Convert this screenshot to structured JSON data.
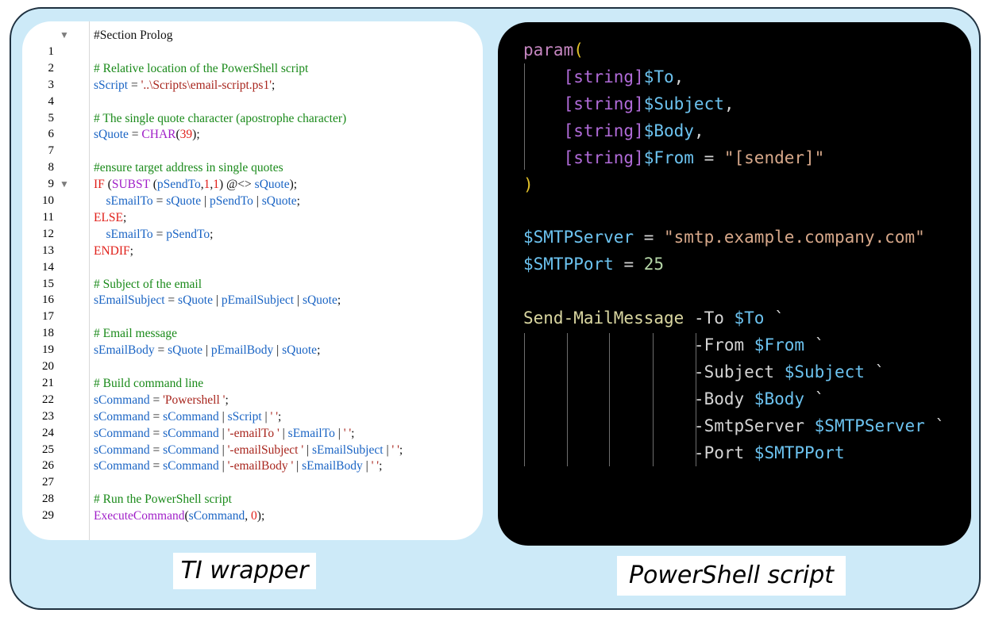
{
  "ti_wrapper": {
    "caption": "TI wrapper",
    "lines": [
      {
        "num": "",
        "fold": "▼",
        "tokens": [
          {
            "t": "#Section Prolog",
            "c": "op"
          }
        ]
      },
      {
        "num": "1",
        "fold": "",
        "tokens": []
      },
      {
        "num": "2",
        "fold": "",
        "tokens": [
          {
            "t": "# Relative location of the PowerShell script",
            "c": "com"
          }
        ]
      },
      {
        "num": "3",
        "fold": "",
        "tokens": [
          {
            "t": "sScript",
            "c": "var"
          },
          {
            "t": " = ",
            "c": "op"
          },
          {
            "t": "'..\\Scripts\\email-script.ps1'",
            "c": "str"
          },
          {
            "t": ";",
            "c": "op"
          }
        ]
      },
      {
        "num": "4",
        "fold": "",
        "tokens": []
      },
      {
        "num": "5",
        "fold": "",
        "tokens": [
          {
            "t": "# The single quote character (apostrophe character)",
            "c": "com"
          }
        ]
      },
      {
        "num": "6",
        "fold": "",
        "tokens": [
          {
            "t": "sQuote",
            "c": "var"
          },
          {
            "t": " = ",
            "c": "op"
          },
          {
            "t": "CHAR",
            "c": "fn"
          },
          {
            "t": "(",
            "c": "op"
          },
          {
            "t": "39",
            "c": "num"
          },
          {
            "t": ");",
            "c": "op"
          }
        ]
      },
      {
        "num": "7",
        "fold": "",
        "tokens": []
      },
      {
        "num": "8",
        "fold": "",
        "tokens": [
          {
            "t": "#ensure target address in single quotes",
            "c": "com"
          }
        ]
      },
      {
        "num": "9",
        "fold": "▼",
        "tokens": [
          {
            "t": "IF",
            "c": "kw"
          },
          {
            "t": " (",
            "c": "op"
          },
          {
            "t": "SUBST",
            "c": "fn"
          },
          {
            "t": " (",
            "c": "op"
          },
          {
            "t": "pSendTo",
            "c": "var"
          },
          {
            "t": ",",
            "c": "op"
          },
          {
            "t": "1",
            "c": "num"
          },
          {
            "t": ",",
            "c": "op"
          },
          {
            "t": "1",
            "c": "num"
          },
          {
            "t": ") @<> ",
            "c": "op"
          },
          {
            "t": "sQuote",
            "c": "var"
          },
          {
            "t": ");",
            "c": "op"
          }
        ]
      },
      {
        "num": "10",
        "fold": "",
        "tokens": [
          {
            "t": "    sEmailTo",
            "c": "var"
          },
          {
            "t": " = ",
            "c": "op"
          },
          {
            "t": "sQuote",
            "c": "var"
          },
          {
            "t": " | ",
            "c": "op"
          },
          {
            "t": "pSendTo",
            "c": "var"
          },
          {
            "t": " | ",
            "c": "op"
          },
          {
            "t": "sQuote",
            "c": "var"
          },
          {
            "t": ";",
            "c": "op"
          }
        ]
      },
      {
        "num": "11",
        "fold": "",
        "tokens": [
          {
            "t": "ELSE",
            "c": "kw"
          },
          {
            "t": ";",
            "c": "op"
          }
        ]
      },
      {
        "num": "12",
        "fold": "",
        "tokens": [
          {
            "t": "    sEmailTo",
            "c": "var"
          },
          {
            "t": " = ",
            "c": "op"
          },
          {
            "t": "pSendTo",
            "c": "var"
          },
          {
            "t": ";",
            "c": "op"
          }
        ]
      },
      {
        "num": "13",
        "fold": "",
        "tokens": [
          {
            "t": "ENDIF",
            "c": "kw"
          },
          {
            "t": ";",
            "c": "op"
          }
        ]
      },
      {
        "num": "14",
        "fold": "",
        "tokens": []
      },
      {
        "num": "15",
        "fold": "",
        "tokens": [
          {
            "t": "# Subject of the email",
            "c": "com"
          }
        ]
      },
      {
        "num": "16",
        "fold": "",
        "tokens": [
          {
            "t": "sEmailSubject",
            "c": "var"
          },
          {
            "t": " = ",
            "c": "op"
          },
          {
            "t": "sQuote",
            "c": "var"
          },
          {
            "t": " | ",
            "c": "op"
          },
          {
            "t": "pEmailSubject",
            "c": "var"
          },
          {
            "t": " | ",
            "c": "op"
          },
          {
            "t": "sQuote",
            "c": "var"
          },
          {
            "t": ";",
            "c": "op"
          }
        ]
      },
      {
        "num": "17",
        "fold": "",
        "tokens": []
      },
      {
        "num": "18",
        "fold": "",
        "tokens": [
          {
            "t": "# Email message",
            "c": "com"
          }
        ]
      },
      {
        "num": "19",
        "fold": "",
        "tokens": [
          {
            "t": "sEmailBody",
            "c": "var"
          },
          {
            "t": " = ",
            "c": "op"
          },
          {
            "t": "sQuote",
            "c": "var"
          },
          {
            "t": " | ",
            "c": "op"
          },
          {
            "t": "pEmailBody",
            "c": "var"
          },
          {
            "t": " | ",
            "c": "op"
          },
          {
            "t": "sQuote",
            "c": "var"
          },
          {
            "t": ";",
            "c": "op"
          }
        ]
      },
      {
        "num": "20",
        "fold": "",
        "tokens": []
      },
      {
        "num": "21",
        "fold": "",
        "tokens": [
          {
            "t": "# Build command line",
            "c": "com"
          }
        ]
      },
      {
        "num": "22",
        "fold": "",
        "tokens": [
          {
            "t": "sCommand",
            "c": "var"
          },
          {
            "t": " = ",
            "c": "op"
          },
          {
            "t": "'Powershell '",
            "c": "str"
          },
          {
            "t": ";",
            "c": "op"
          }
        ]
      },
      {
        "num": "23",
        "fold": "",
        "tokens": [
          {
            "t": "sCommand",
            "c": "var"
          },
          {
            "t": " = ",
            "c": "op"
          },
          {
            "t": "sCommand",
            "c": "var"
          },
          {
            "t": " | ",
            "c": "op"
          },
          {
            "t": "sScript",
            "c": "var"
          },
          {
            "t": " | ",
            "c": "op"
          },
          {
            "t": "' '",
            "c": "str"
          },
          {
            "t": ";",
            "c": "op"
          }
        ]
      },
      {
        "num": "24",
        "fold": "",
        "tokens": [
          {
            "t": "sCommand",
            "c": "var"
          },
          {
            "t": " = ",
            "c": "op"
          },
          {
            "t": "sCommand",
            "c": "var"
          },
          {
            "t": " | ",
            "c": "op"
          },
          {
            "t": "'-emailTo '",
            "c": "str"
          },
          {
            "t": " | ",
            "c": "op"
          },
          {
            "t": "sEmailTo",
            "c": "var"
          },
          {
            "t": " | ",
            "c": "op"
          },
          {
            "t": "' '",
            "c": "str"
          },
          {
            "t": ";",
            "c": "op"
          }
        ]
      },
      {
        "num": "25",
        "fold": "",
        "tokens": [
          {
            "t": "sCommand",
            "c": "var"
          },
          {
            "t": " = ",
            "c": "op"
          },
          {
            "t": "sCommand",
            "c": "var"
          },
          {
            "t": " | ",
            "c": "op"
          },
          {
            "t": "'-emailSubject '",
            "c": "str"
          },
          {
            "t": " | ",
            "c": "op"
          },
          {
            "t": "sEmailSubject",
            "c": "var"
          },
          {
            "t": " | ",
            "c": "op"
          },
          {
            "t": "' '",
            "c": "str"
          },
          {
            "t": ";",
            "c": "op"
          }
        ]
      },
      {
        "num": "26",
        "fold": "",
        "tokens": [
          {
            "t": "sCommand",
            "c": "var"
          },
          {
            "t": " = ",
            "c": "op"
          },
          {
            "t": "sCommand",
            "c": "var"
          },
          {
            "t": " | ",
            "c": "op"
          },
          {
            "t": "'-emailBody '",
            "c": "str"
          },
          {
            "t": " | ",
            "c": "op"
          },
          {
            "t": "sEmailBody",
            "c": "var"
          },
          {
            "t": " | ",
            "c": "op"
          },
          {
            "t": "' '",
            "c": "str"
          },
          {
            "t": ";",
            "c": "op"
          }
        ]
      },
      {
        "num": "27",
        "fold": "",
        "tokens": []
      },
      {
        "num": "28",
        "fold": "",
        "tokens": [
          {
            "t": "# Run the PowerShell script",
            "c": "com"
          }
        ]
      },
      {
        "num": "29",
        "fold": "",
        "tokens": [
          {
            "t": "ExecuteCommand",
            "c": "fn"
          },
          {
            "t": "(",
            "c": "op"
          },
          {
            "t": "sCommand",
            "c": "var"
          },
          {
            "t": ", ",
            "c": "op"
          },
          {
            "t": "0",
            "c": "num"
          },
          {
            "t": ");",
            "c": "op"
          }
        ]
      }
    ]
  },
  "powershell": {
    "caption": "PowerShell script",
    "lines": [
      [
        {
          "t": "param",
          "c": "kw"
        },
        {
          "t": "(",
          "c": "paren"
        }
      ],
      [
        {
          "t": "    [string]",
          "c": "type"
        },
        {
          "t": "$To",
          "c": "var"
        },
        {
          "t": ",",
          "c": "op"
        }
      ],
      [
        {
          "t": "    [string]",
          "c": "type"
        },
        {
          "t": "$Subject",
          "c": "var"
        },
        {
          "t": ",",
          "c": "op"
        }
      ],
      [
        {
          "t": "    [string]",
          "c": "type"
        },
        {
          "t": "$Body",
          "c": "var"
        },
        {
          "t": ",",
          "c": "op"
        }
      ],
      [
        {
          "t": "    [string]",
          "c": "type"
        },
        {
          "t": "$From",
          "c": "var"
        },
        {
          "t": " = ",
          "c": "op"
        },
        {
          "t": "\"[sender]\"",
          "c": "str"
        }
      ],
      [
        {
          "t": ")",
          "c": "paren"
        }
      ],
      [],
      [
        {
          "t": "$SMTPServer",
          "c": "var"
        },
        {
          "t": " = ",
          "c": "op"
        },
        {
          "t": "\"smtp.example.company.com\"",
          "c": "str"
        }
      ],
      [
        {
          "t": "$SMTPPort",
          "c": "var"
        },
        {
          "t": " = ",
          "c": "op"
        },
        {
          "t": "25",
          "c": "num"
        }
      ],
      [],
      [
        {
          "t": "Send-MailMessage",
          "c": "cmd"
        },
        {
          "t": " -To ",
          "c": "par"
        },
        {
          "t": "$To",
          "c": "var"
        },
        {
          "t": " `",
          "c": "op"
        }
      ],
      [
        {
          "t": "                 -From ",
          "c": "par"
        },
        {
          "t": "$From",
          "c": "var"
        },
        {
          "t": " `",
          "c": "op"
        }
      ],
      [
        {
          "t": "                 -Subject ",
          "c": "par"
        },
        {
          "t": "$Subject",
          "c": "var"
        },
        {
          "t": " `",
          "c": "op"
        }
      ],
      [
        {
          "t": "                 -Body ",
          "c": "par"
        },
        {
          "t": "$Body",
          "c": "var"
        },
        {
          "t": " `",
          "c": "op"
        }
      ],
      [
        {
          "t": "                 -SmtpServer ",
          "c": "par"
        },
        {
          "t": "$SMTPServer",
          "c": "var"
        },
        {
          "t": " `",
          "c": "op"
        }
      ],
      [
        {
          "t": "                 -Port ",
          "c": "par"
        },
        {
          "t": "$SMTPPort",
          "c": "var"
        }
      ]
    ]
  }
}
